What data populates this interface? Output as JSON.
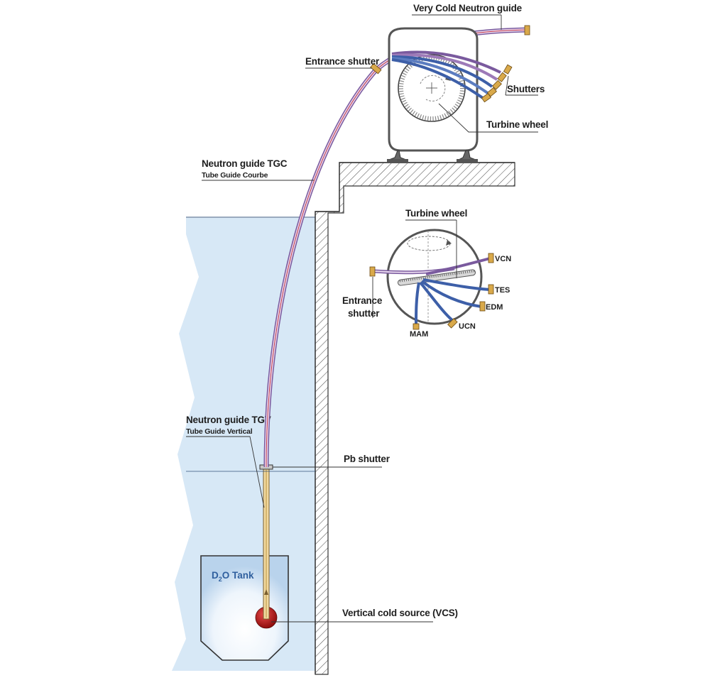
{
  "labels": {
    "vcn_guide": "Very Cold Neutron guide",
    "entrance_shutter": "Entrance shutter",
    "shutters": "Shutters",
    "turbine_wheel_side": "Turbine wheel",
    "tgc_title": "Neutron guide TGC",
    "tgc_sub": "Tube Guide Courbe",
    "turbine_wheel_top": "Turbine wheel",
    "entrance_line1": "Entrance",
    "entrance_line2": "shutter",
    "tgv_title": "Neutron guide TGV",
    "tgv_sub": "Tube Guide Vertical",
    "pb_shutter": "Pb shutter",
    "d2o_main": "D",
    "d2o_subscript": "2",
    "d2o_rest": "O Tank",
    "vcs": "Vertical cold source (VCS)"
  },
  "ports": {
    "vcn": "VCN",
    "tes": "TES",
    "edm": "EDM",
    "ucn": "UCN",
    "mam": "MAM"
  },
  "colors": {
    "water": "#d7e8f6",
    "guide_outer": "#7a5a9e",
    "guide_inner": "#e8d8ee",
    "guide_core": "#c43a4a",
    "tgv_fill": "#f2d9a0",
    "shutter": "#d9a94a",
    "vcs_red": "#c41a1a",
    "wall_hatch": "#555555",
    "blue_guides": "#3d5fa8",
    "tank_blue": "#2f5f9e"
  }
}
